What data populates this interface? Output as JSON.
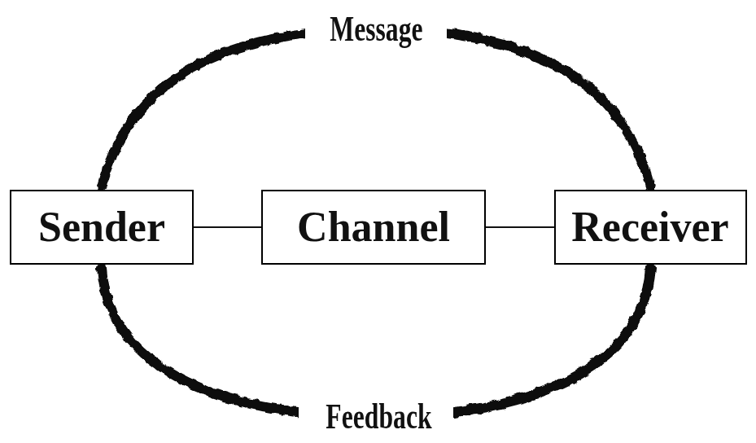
{
  "diagram": {
    "nodes": [
      {
        "text": [
          "Sender"
        ]
      },
      {
        "text": [
          "Channel"
        ]
      },
      {
        "text": [
          "Receiver"
        ]
      }
    ],
    "edges": [
      {
        "from": 0,
        "to": 1,
        "arrow": "none"
      },
      {
        "from": 1,
        "to": 2,
        "arrow": "none"
      },
      {
        "from": 0,
        "to": 2,
        "label": "Message",
        "arrow": "none"
      },
      {
        "from": 2,
        "to": 0,
        "label": "Feedback",
        "arrow": "none"
      }
    ]
  }
}
